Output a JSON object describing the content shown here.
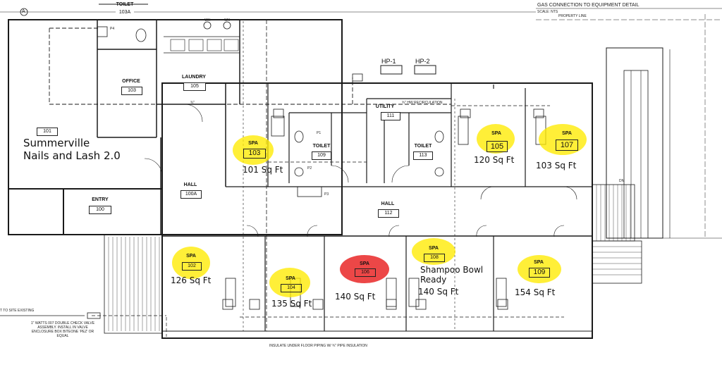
{
  "drawing": {
    "header_note": "GAS CONNECTION TO EQUIPMENT DETAIL",
    "scale_note": "SCALE: NTS",
    "property_line": "PROPERTY LINE",
    "grid_marker": "A",
    "insulate_note": "INSULATE UNDER FLOOR PIPING W/ ¾\" PIPE INSULATION",
    "valve_note": "1\" WATTS 007 DOUBLE CHECK VALVE ASSEMBLY. INSTALL IN VALVE ENCLOSURE BOX BITEONE 'PEZ' OR EQUAL",
    "connect_note": "T TO SITE EXISTING",
    "recirc_note": "¾\" HW RECIRCULATION",
    "pipe_label": "¾\"",
    "dn_label": "DN",
    "hp1": "HP-1",
    "hp2": "HP-2",
    "fixtures": {
      "p1": "P1",
      "p2": "P2",
      "p3": "P3",
      "p4": "P4",
      "wh1": "WH",
      "wh2": "WH"
    }
  },
  "rooms": [
    {
      "key": "toilet_103a",
      "name": "TOILET",
      "number": "103A"
    },
    {
      "key": "office",
      "name": "OFFICE",
      "number": "103"
    },
    {
      "key": "laundry",
      "name": "LAUNDRY",
      "number": "105"
    },
    {
      "key": "main",
      "name": "",
      "number": "101"
    },
    {
      "key": "entry",
      "name": "ENTRY",
      "number": "100"
    },
    {
      "key": "hall_100a",
      "name": "HALL",
      "number": "100A"
    },
    {
      "key": "utility",
      "name": "UTILITY",
      "number": "111"
    },
    {
      "key": "toilet_109",
      "name": "TOILET",
      "number": "109"
    },
    {
      "key": "toilet_113",
      "name": "TOILET",
      "number": "113"
    },
    {
      "key": "hall_112",
      "name": "HALL",
      "number": "112"
    },
    {
      "key": "spa_103",
      "name": "SPA",
      "number": "103"
    },
    {
      "key": "spa_105",
      "name": "SPA",
      "number": "105"
    },
    {
      "key": "spa_107",
      "name": "SPA",
      "number": "107"
    },
    {
      "key": "spa_102",
      "name": "SPA",
      "number": "102"
    },
    {
      "key": "spa_104",
      "name": "SPA",
      "number": "104"
    },
    {
      "key": "spa_106",
      "name": "SPA",
      "number": "106"
    },
    {
      "key": "spa_108",
      "name": "SPA",
      "number": "108"
    },
    {
      "key": "spa_109",
      "name": "SPA",
      "number": "109"
    }
  ],
  "annotations": {
    "business_line1": "Summerville",
    "business_line2": "Nails and Lash 2.0",
    "area_103": "101 Sq Ft",
    "area_105": "120 Sq Ft",
    "area_107": "103 Sq Ft",
    "area_102": "126 Sq Ft",
    "area_104": "135 Sq Ft",
    "area_106": "140 Sq Ft",
    "shampoo_line1": "Shampoo Bowl",
    "shampoo_line2": "Ready",
    "area_108": "140 Sq Ft",
    "area_109": "154 Sq Ft"
  },
  "highlight_colors": {
    "available": "#ffeb00",
    "taken": "#e81e1e"
  }
}
